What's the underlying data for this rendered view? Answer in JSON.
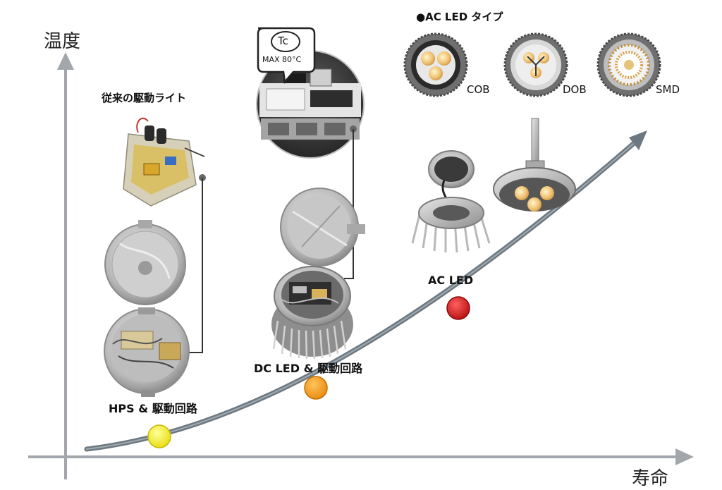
{
  "axes": {
    "y_label": "温度",
    "x_label": "寿命"
  },
  "stages": [
    {
      "label": "HPS & 駆動回路",
      "color": "#f5ef2a"
    },
    {
      "label": "DC LED & 駆動回路",
      "color": "#f3a01e"
    },
    {
      "label": "AC LED",
      "color": "#d81e1e"
    }
  ],
  "annotations": {
    "conventional_driver": "従来の駆動ライト",
    "ac_led_types_title": "●AC LED タイプ",
    "tc_symbol": "Tc",
    "tc_max": "MAX 80°C"
  },
  "led_types": [
    {
      "label": "COB"
    },
    {
      "label": "DOB"
    },
    {
      "label": "SMD"
    }
  ]
}
